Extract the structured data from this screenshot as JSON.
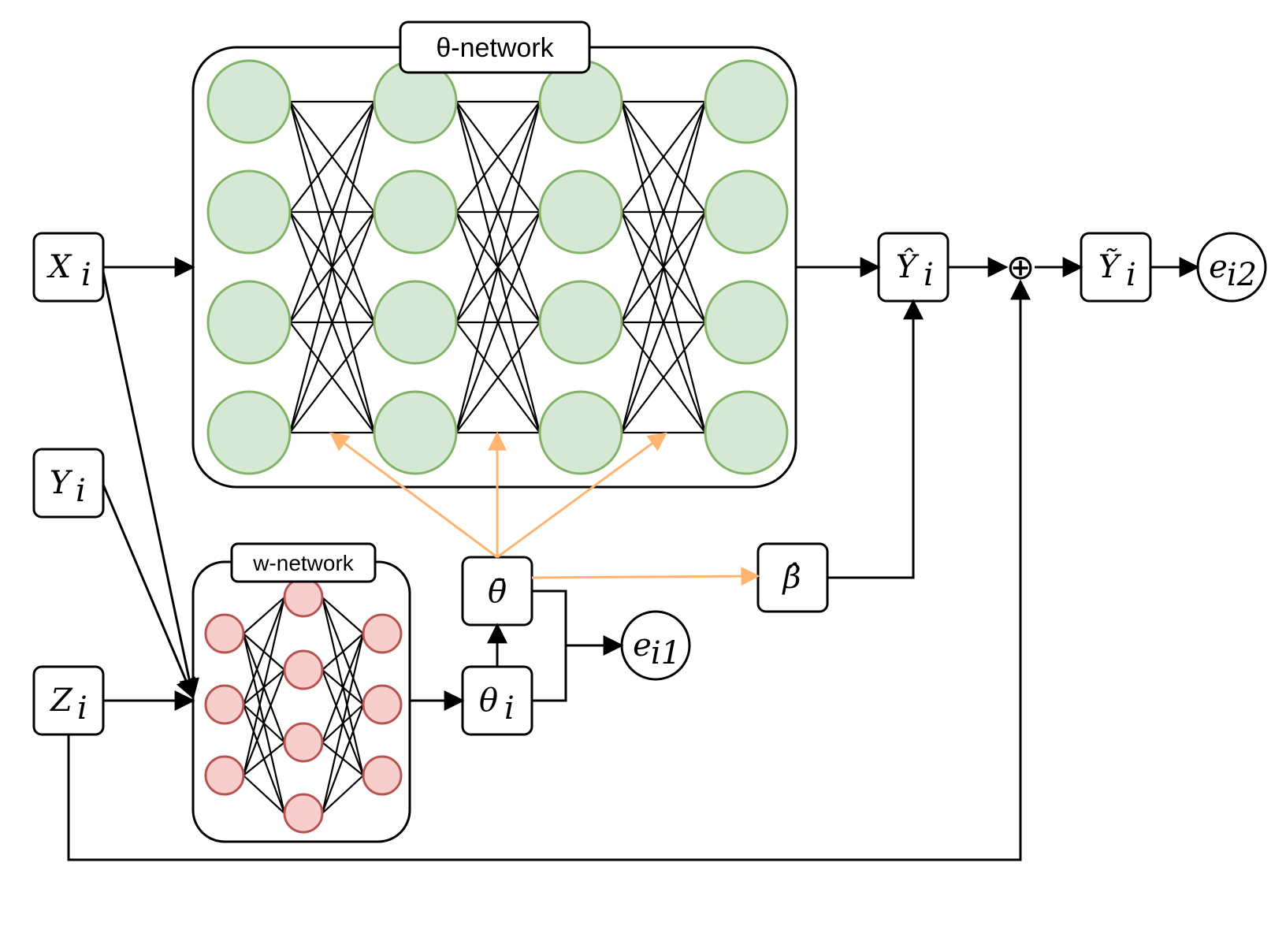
{
  "theta_network": {
    "title": "θ-network",
    "layer_count": 4,
    "nodes_per_layer": 4,
    "color": "#d5e8d4"
  },
  "w_network": {
    "title": "w-network",
    "layer_nodes": [
      3,
      4,
      3
    ],
    "color": "#f8cecc"
  },
  "inputs": {
    "x": "X",
    "y": "Y",
    "z": "Z"
  },
  "nodes": {
    "theta_i": "θ",
    "theta_bar": "θ̄",
    "beta_hat": "β̂",
    "y_hat": "Ŷ",
    "y_tilde": "Ỹ",
    "sum_symbol": "⊕"
  },
  "subscript_i": "i",
  "outputs": {
    "e1": "e",
    "e1_sub": "i1",
    "e2": "e",
    "e2_sub": "i2"
  },
  "colors": {
    "parameter_flow": "#ffb570",
    "green_stroke": "#82b366",
    "red_stroke": "#b85450"
  }
}
